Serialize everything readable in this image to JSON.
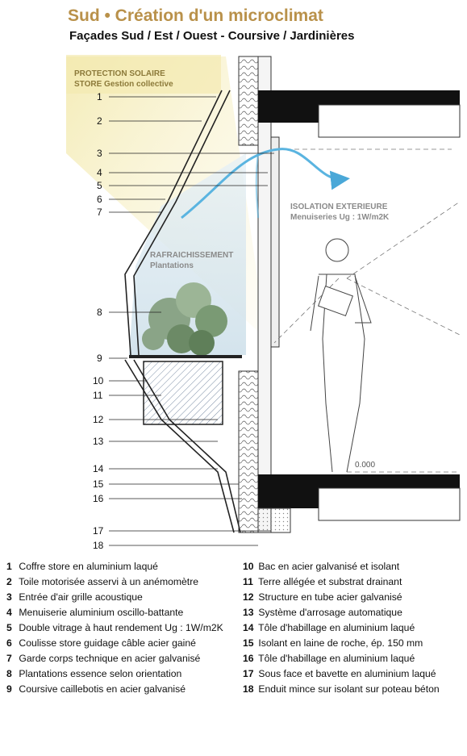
{
  "header": {
    "title": "Sud • Création d'un microclimat",
    "subtitle": "Façades Sud / Est / Ouest - Coursive / Jardinières"
  },
  "annotations": {
    "protection_line1": "PROTECTION SOLAIRE",
    "protection_line2": "STORE Gestion collective",
    "rafraichissement_line1": "RAFRAICHISSEMENT",
    "rafraichissement_line2": "Plantations",
    "isolation_line1": "ISOLATION EXTERIEURE",
    "isolation_line2": "Menuiseries Ug : 1W/m2K",
    "level": "0.000"
  },
  "callouts": [
    "1",
    "2",
    "3",
    "4",
    "5",
    "6",
    "7",
    "8",
    "9",
    "10",
    "11",
    "12",
    "13",
    "14",
    "15",
    "16",
    "17",
    "18"
  ],
  "legend": [
    {
      "n": "1",
      "text": "Coffre store en aluminium laqué"
    },
    {
      "n": "2",
      "text": "Toile motorisée asservi à un anémomètre"
    },
    {
      "n": "3",
      "text": "Entrée d'air grille acoustique"
    },
    {
      "n": "4",
      "text": "Menuiserie aluminium oscillo-battante"
    },
    {
      "n": "5",
      "text": "Double vitrage à haut rendement Ug : 1W/m2K"
    },
    {
      "n": "6",
      "text": "Coulisse store guidage câble acier gainé"
    },
    {
      "n": "7",
      "text": "Garde corps technique en acier galvanisé"
    },
    {
      "n": "8",
      "text": "Plantations essence selon orientation"
    },
    {
      "n": "9",
      "text": "Coursive caillebotis en acier galvanisé"
    },
    {
      "n": "10",
      "text": "Bac en acier galvanisé et isolant"
    },
    {
      "n": "11",
      "text": "Terre allégée et substrat drainant"
    },
    {
      "n": "12",
      "text": "Structure en tube acier galvanisé"
    },
    {
      "n": "13",
      "text": "Système d'arrosage automatique"
    },
    {
      "n": "14",
      "text": "Tôle d'habillage en aluminium laqué"
    },
    {
      "n": "15",
      "text": "Isolant en laine de roche, ép. 150 mm"
    },
    {
      "n": "16",
      "text": "Tôle d'habillage en aluminium laqué"
    },
    {
      "n": "17",
      "text": "Sous face et bavette en aluminium laqué"
    },
    {
      "n": "18",
      "text": "Enduit mince sur isolant sur poteau béton"
    }
  ]
}
